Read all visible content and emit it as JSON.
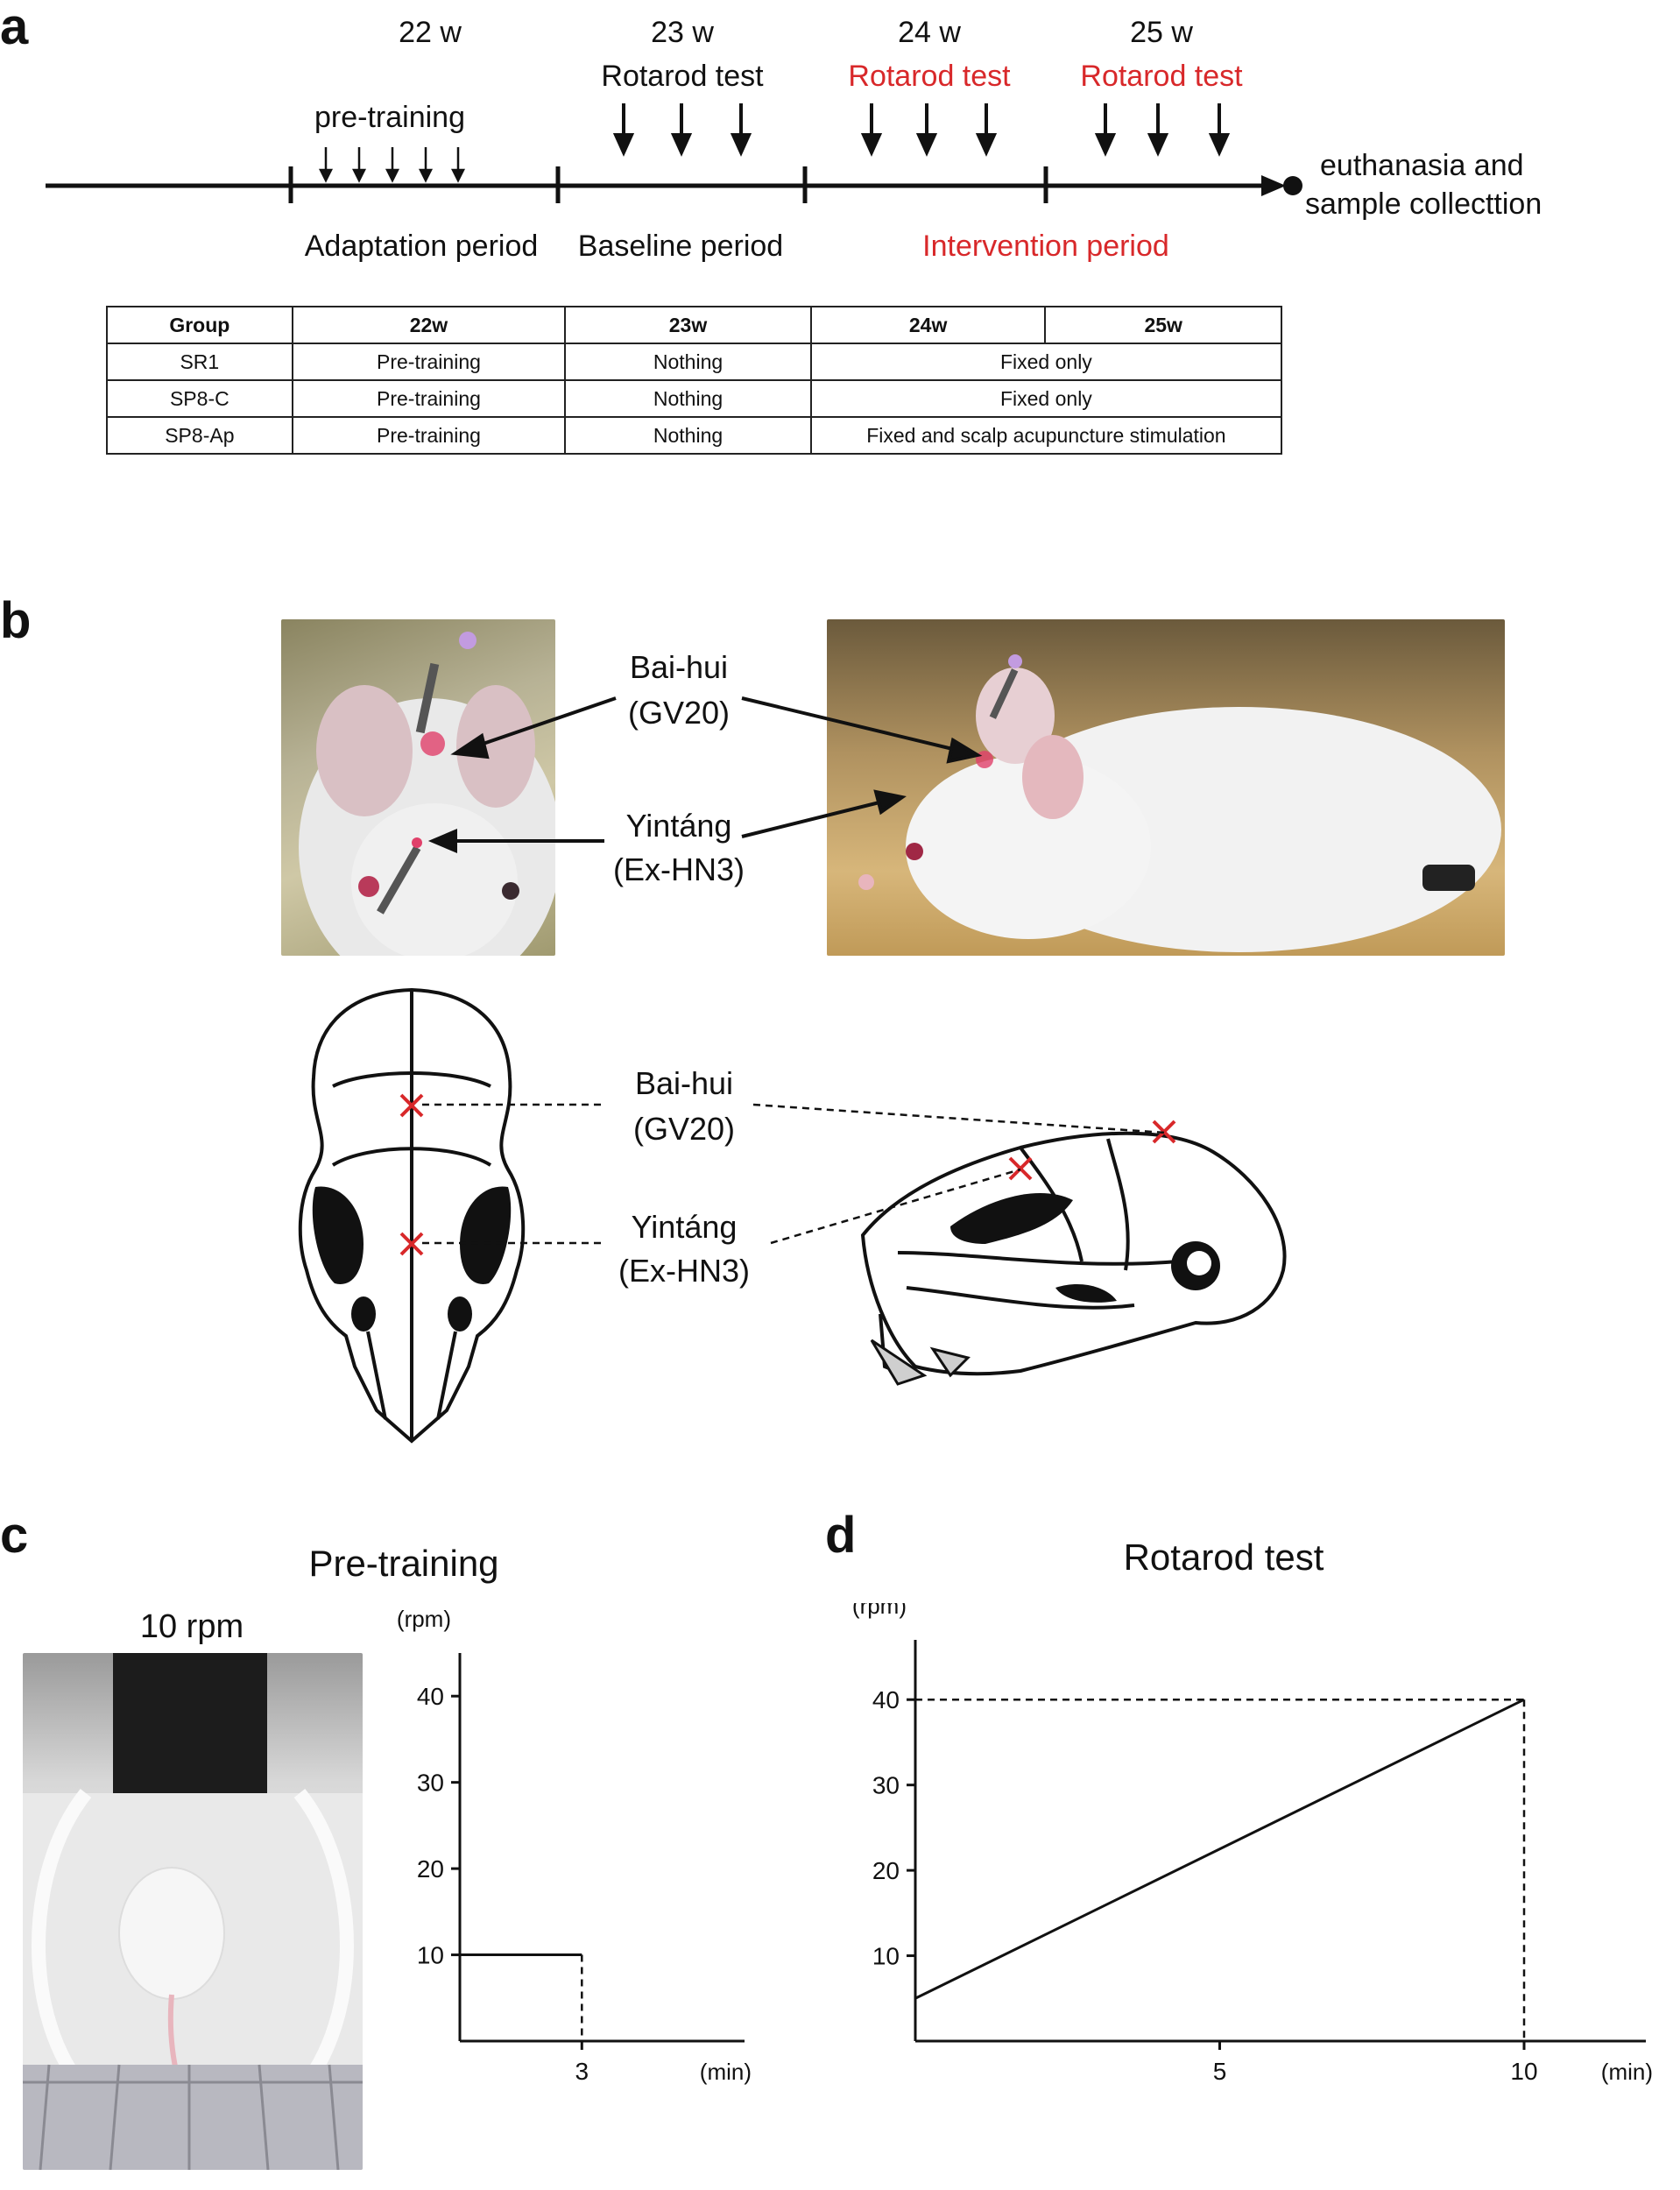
{
  "panels": {
    "a": "a",
    "b": "b",
    "c": "c",
    "d": "d"
  },
  "timeline": {
    "weeks": [
      "22 w",
      "23 w",
      "24 w",
      "25 w"
    ],
    "pretraining_label": "pre-training",
    "rotarod_labels": [
      "Rotarod test",
      "Rotarod test",
      "Rotarod test"
    ],
    "periods": [
      "Adaptation period",
      "Baseline period",
      "Intervention period"
    ],
    "end_line1": "euthanasia and",
    "end_line2": "sample collecttion"
  },
  "table": {
    "header": [
      "Group",
      "22w",
      "23w",
      "24w",
      "25w"
    ],
    "rows": [
      {
        "group": "SR1",
        "w22": "Pre-training",
        "w23": "Nothing",
        "w24_25": "Fixed only"
      },
      {
        "group": "SP8-C",
        "w22": "Pre-training",
        "w23": "Nothing",
        "w24_25": "Fixed only"
      },
      {
        "group": "SP8-Ap",
        "w22": "Pre-training",
        "w23": "Nothing",
        "w24_25": "Fixed and scalp acupuncture stimulation"
      }
    ]
  },
  "acupoints": {
    "baihui_name": "Bai-hui",
    "baihui_code": "(GV20)",
    "yintang_name": "Yintáng",
    "yintang_code": "(Ex-HN3)"
  },
  "panel_c": {
    "title": "Pre-training",
    "photo_label": "10 rpm"
  },
  "panel_d": {
    "title": "Rotarod test"
  },
  "colors": {
    "accent_red": "#d8282a",
    "ink": "#111111"
  },
  "chart_data": [
    {
      "type": "line",
      "title": "Pre-training",
      "xlabel": "(min)",
      "ylabel": "(rpm)",
      "x_ticks": [
        3
      ],
      "y_ticks": [
        10,
        20,
        30,
        40
      ],
      "series": [
        {
          "x": [
            0,
            3
          ],
          "y": [
            10,
            10
          ]
        }
      ],
      "ylim": [
        0,
        45
      ],
      "xlim": [
        0,
        7
      ]
    },
    {
      "type": "line",
      "title": "Rotarod test",
      "xlabel": "(min)",
      "ylabel": "(rpm)",
      "x_ticks": [
        5,
        10
      ],
      "y_ticks": [
        10,
        20,
        30,
        40
      ],
      "series": [
        {
          "x": [
            0,
            10
          ],
          "y": [
            5,
            40
          ]
        }
      ],
      "ylim": [
        0,
        47
      ],
      "xlim": [
        0,
        12
      ]
    }
  ]
}
